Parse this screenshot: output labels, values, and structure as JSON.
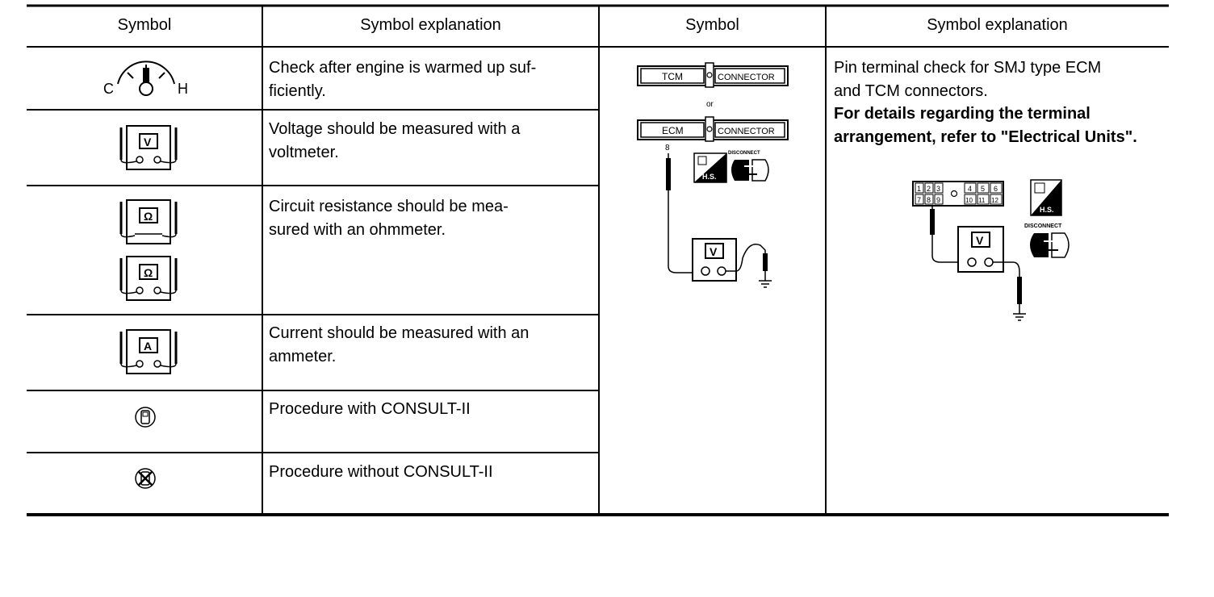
{
  "headers": {
    "col1": "Symbol",
    "col2": "Symbol explanation",
    "col3": "Symbol",
    "col4": "Symbol explanation"
  },
  "rows": [
    {
      "explanation": "Check after engine is warmed up suf-\nficiently.",
      "icon": "engine-temperature-gauge-icon",
      "gauge_left": "C",
      "gauge_right": "H"
    },
    {
      "explanation": "Voltage should be measured with a\nvoltmeter.",
      "icon": "voltmeter-icon",
      "meter_label": "V"
    },
    {
      "explanation": "Circuit resistance should be mea-\nsured with an ohmmeter.",
      "icon": "ohmmeter-icon",
      "meter_label": "Ω"
    },
    {
      "explanation": "Current should be measured with an\nammeter.",
      "icon": "ammeter-icon",
      "meter_label": "A"
    },
    {
      "explanation": "Procedure with CONSULT-II",
      "icon": "consult-ii-icon"
    },
    {
      "explanation": "Procedure without CONSULT-II",
      "icon": "no-consult-ii-icon"
    }
  ],
  "right_symbol": {
    "tcm_label": "TCM",
    "connector_label": "CONNECTOR",
    "or_label": "or",
    "ecm_label": "ECM",
    "pin_number": "8",
    "hs_label": "H.S.",
    "disconnect_label": "DISCONNECT",
    "meter_label": "V"
  },
  "right_explanation": {
    "line1": "Pin terminal check for SMJ type ECM\nand TCM connectors.",
    "line2": "For details regarding the terminal\narrangement, refer to \"Electrical Units\".",
    "pins_top": [
      "1",
      "2",
      "3",
      "4",
      "5",
      "6"
    ],
    "pins_bottom": [
      "7",
      "8",
      "9",
      "10",
      "11",
      "12"
    ],
    "hs_label": "H.S.",
    "disconnect_label": "DISCONNECT",
    "meter_label": "V"
  }
}
